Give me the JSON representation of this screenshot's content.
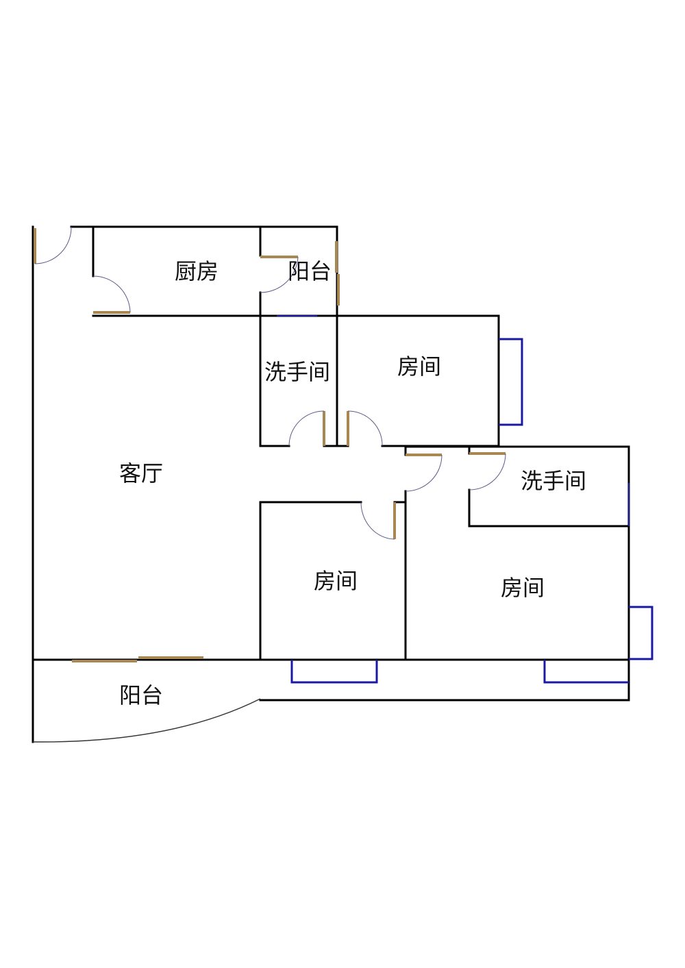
{
  "colors": {
    "wall": "#000000",
    "door": "#a88850",
    "window": "#1a1aa0",
    "swing": "#5a5a8a"
  },
  "rooms": {
    "kitchen": "厨房",
    "balcony_top": "阳台",
    "bathroom_1": "洗手间",
    "bedroom_1": "房间",
    "living_room": "客厅",
    "bathroom_2": "洗手间",
    "bedroom_2": "房间",
    "bedroom_3": "房间",
    "balcony_bottom": "阳台"
  }
}
